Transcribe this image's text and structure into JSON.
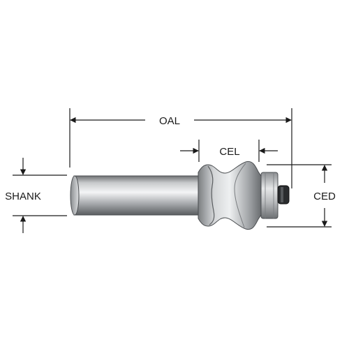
{
  "labels": {
    "oal": "OAL",
    "cel": "CEL",
    "ced": "CED",
    "shank": "SHANK"
  }
}
